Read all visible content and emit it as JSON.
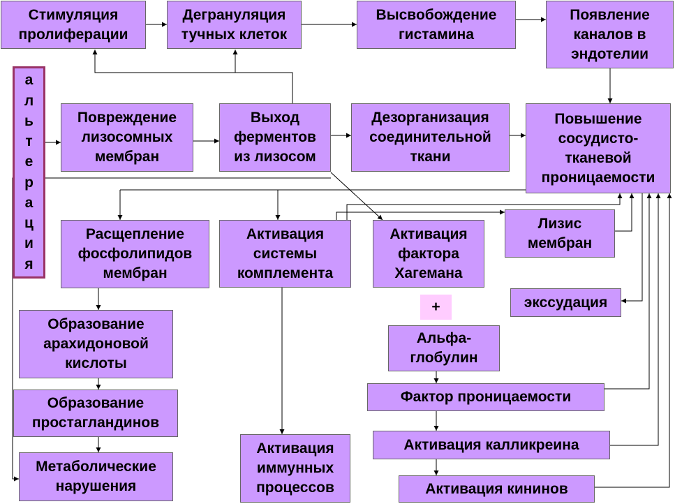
{
  "nodes": {
    "stimulation": "Стимуляция\nпролиферации",
    "degranulation": "Дегрануляция\nтучных клеток",
    "histamine": "Высвобождение\nгистамина",
    "channels": "Появление\nканалов в\nэндотелии",
    "lysosome_damage": "Повреждение\nлизосомных\nмембран",
    "enzymes": "Выход\nферментов\nиз лизосом",
    "disorganization": "Дезорганизация\nсоединительной\nткани",
    "permeability": "Повышение\nсосудисто-\nтканевой\nпроницаемости",
    "phospholipids": "Расщепление\nфосфолипидов\nмембран",
    "complement": "Активация\nсистемы\nкомплемента",
    "hageman": "Активация\nфактора\nХагемана",
    "lysis": "Лизис\nмембран",
    "exudation": "экссудация",
    "plus": "+",
    "arachidonic": "Образование\nарахидоновой\nкислоты",
    "alpha": "Альфа-\nглобулин",
    "prostaglandins": "Образование\nпростагландинов",
    "perm_factor": "Фактор проницаемости",
    "kallikrein": "Активация калликреина",
    "metabolic": "Метаболические\nнарушения",
    "immune": "Активация\nиммунных\nпроцессов",
    "kinins": "Активация кининов"
  },
  "alteration_letters": [
    "а",
    "л",
    "ь",
    "т",
    "е",
    "р",
    "а",
    "ц",
    "и",
    "я"
  ],
  "colors": {
    "box_fill": "#cc99ff",
    "box_border": "#666666",
    "alteration_border": "#993366",
    "plus_fill": "#ffccff"
  }
}
